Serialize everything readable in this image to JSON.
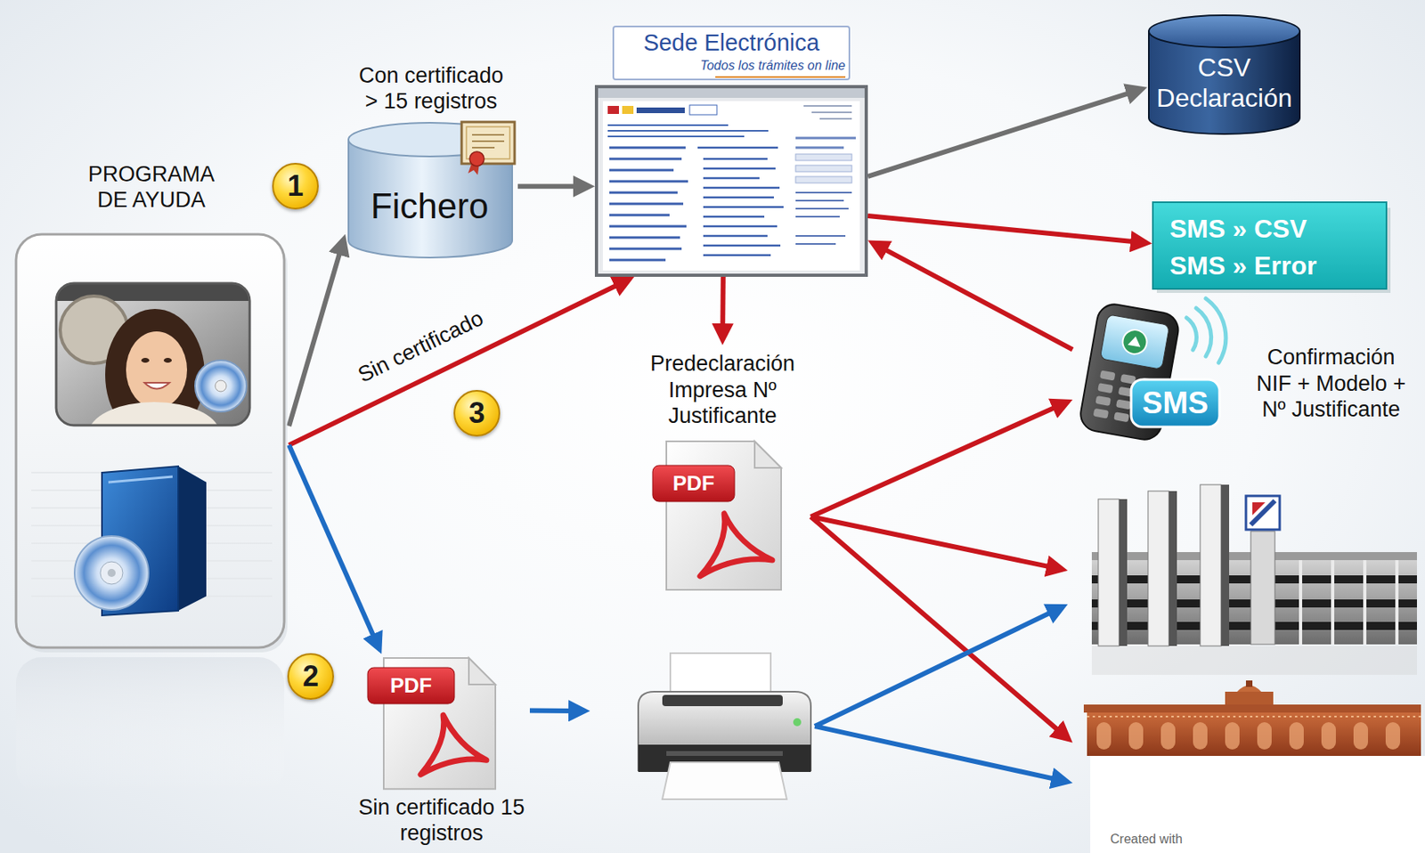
{
  "diagram": {
    "nodes": [
      {
        "text": [
          "PROGRAMA DE AYUDA"
        ]
      },
      {
        "text": [
          "Con certificado > 15 registros",
          "Fichero"
        ]
      },
      {
        "text": [
          "Sede Electrónica",
          "Todos los trámites on line"
        ]
      },
      {
        "text": [
          "CSV Declaración"
        ]
      },
      {
        "text": [
          "SMS » CSV",
          "SMS » Error"
        ]
      },
      {
        "text": [
          "SMS",
          "Confirmación NIF + Modelo + Nº Justificante"
        ]
      },
      {
        "text": [
          "Predeclaración Impresa Nº Justificante",
          "PDF"
        ]
      },
      {
        "text": [
          "PDF",
          "Sin certificado 15 registros"
        ]
      },
      {
        "text": []
      },
      {
        "text": []
      },
      {
        "text": []
      }
    ],
    "edges": [
      {
        "from": 0,
        "to": 1,
        "arrow": "to"
      },
      {
        "from": 1,
        "to": 2,
        "arrow": "to"
      },
      {
        "from": 2,
        "to": 3,
        "arrow": "to"
      },
      {
        "from": 0,
        "to": 2,
        "label": "Sin certificado",
        "arrow": "to"
      },
      {
        "from": 2,
        "to": 4,
        "arrow": "to"
      },
      {
        "from": 5,
        "to": 2,
        "arrow": "to"
      },
      {
        "from": 2,
        "to": 6,
        "arrow": "to"
      },
      {
        "from": 6,
        "to": 5,
        "arrow": "to"
      },
      {
        "from": 6,
        "to": 9,
        "arrow": "to"
      },
      {
        "from": 6,
        "to": 10,
        "arrow": "to"
      },
      {
        "from": 0,
        "to": 7,
        "arrow": "to"
      },
      {
        "from": 7,
        "to": 8,
        "arrow": "to"
      },
      {
        "from": 8,
        "to": 9,
        "arrow": "to"
      },
      {
        "from": 8,
        "to": 10,
        "arrow": "to"
      }
    ],
    "labels": [
      "1",
      "3",
      "2",
      "Created with"
    ]
  }
}
